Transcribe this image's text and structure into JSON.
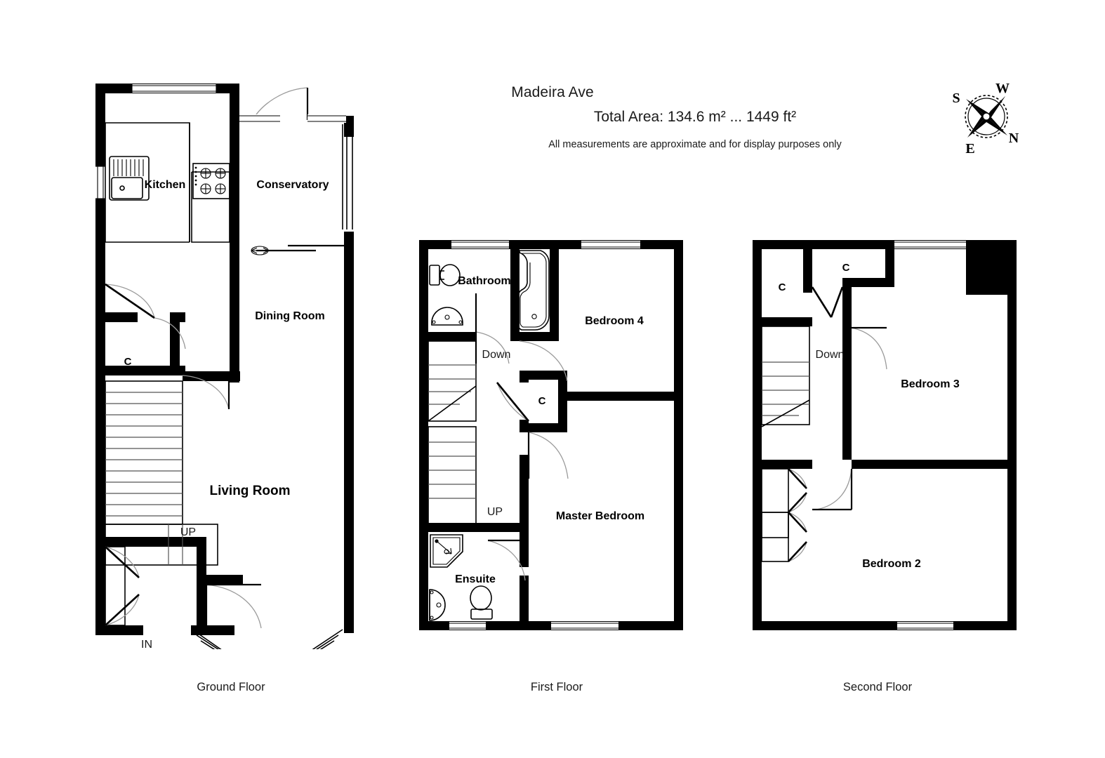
{
  "header": {
    "title": "Madeira Ave",
    "area": "Total Area: 134.6 m² ... 1449 ft²",
    "disclaimer": "All measurements are approximate and for display purposes only"
  },
  "compass": {
    "name": "compass-rose",
    "north": "N",
    "east": "E",
    "south": "S",
    "west": "W"
  },
  "floors": [
    {
      "id": "ground",
      "label": "Ground Floor",
      "rooms": [
        {
          "name": "Kitchen"
        },
        {
          "name": "Conservatory"
        },
        {
          "name": "Dining Room"
        },
        {
          "name": "Living Room"
        },
        {
          "name": "C"
        }
      ],
      "markers": [
        {
          "name": "UP"
        },
        {
          "name": "IN"
        }
      ]
    },
    {
      "id": "first",
      "label": "First Floor",
      "rooms": [
        {
          "name": "Bathroom"
        },
        {
          "name": "Bedroom 4"
        },
        {
          "name": "Master Bedroom"
        },
        {
          "name": "Ensuite"
        },
        {
          "name": "C"
        }
      ],
      "markers": [
        {
          "name": "Down"
        },
        {
          "name": "UP"
        }
      ]
    },
    {
      "id": "second",
      "label": "Second Floor",
      "rooms": [
        {
          "name": "C"
        },
        {
          "name": "C"
        },
        {
          "name": "Bedroom 3"
        },
        {
          "name": "Bedroom 2"
        }
      ],
      "markers": [
        {
          "name": "Down"
        }
      ]
    }
  ],
  "colors": {
    "wall": "#000000",
    "background": "#ffffff",
    "swing": "#9a9a9a",
    "text": "#1a1a1a"
  }
}
